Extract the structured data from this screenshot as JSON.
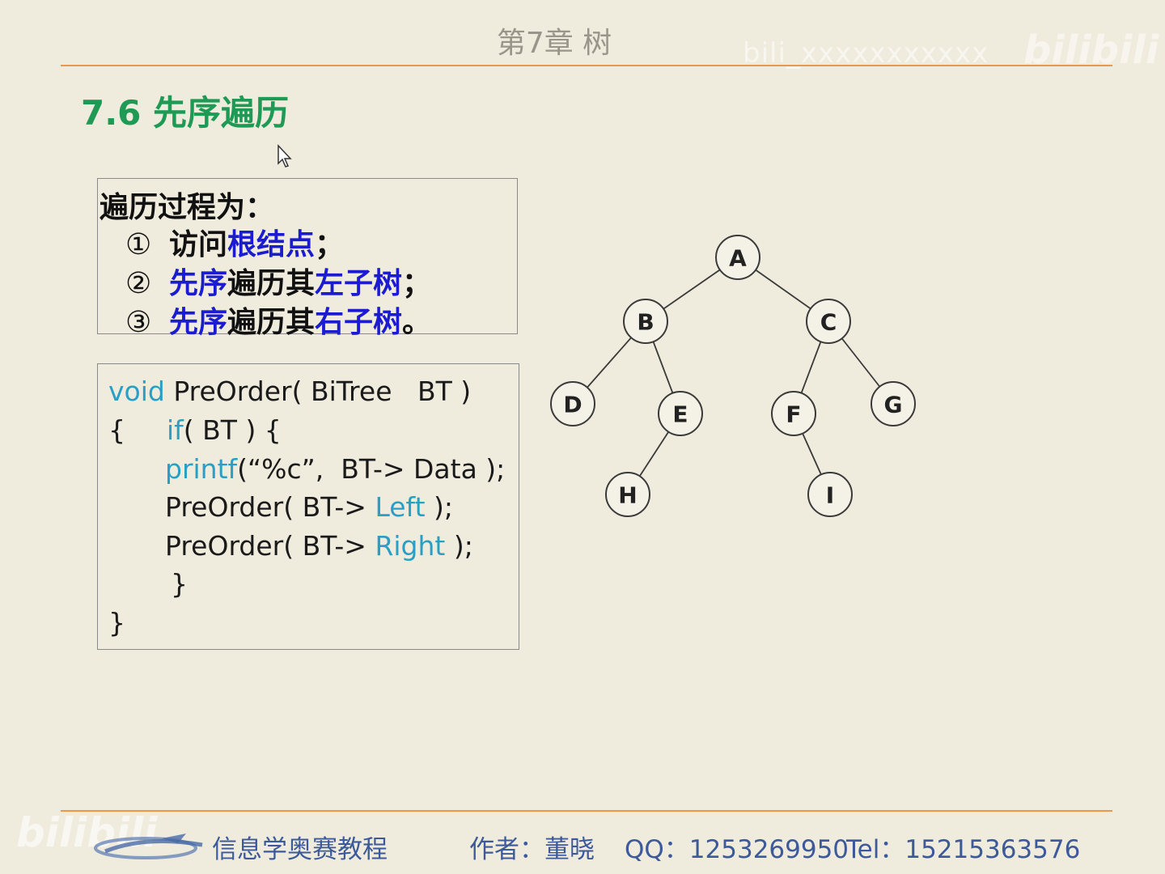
{
  "header": {
    "chapter": "第7章  树",
    "watermark": "bili_xxxxxxxxxxx",
    "watermark_logo": "bilibili"
  },
  "section": {
    "title": "7.6 先序遍历"
  },
  "process": {
    "title": "遍历过程为：",
    "steps": [
      {
        "num": "①",
        "pre": "访问",
        "blue": "根结点",
        "mid": "",
        "blue2": "",
        "end": "；"
      },
      {
        "num": "②",
        "pre": "",
        "blue": "先序",
        "mid": "遍历其",
        "blue2": "左子树",
        "end": "；"
      },
      {
        "num": "③",
        "pre": "",
        "blue": "先序",
        "mid": "遍历其",
        "blue2": "右子树",
        "end": "。"
      }
    ]
  },
  "code": {
    "l1_kw": "void",
    "l1_rest": " PreOrder( BiTree   BT )",
    "l2_brace": "{",
    "l2_kw": "if",
    "l2_rest": "( BT ) {",
    "l3_kw": "printf",
    "l3_rest": "(“%c”,  BT-> Data );",
    "l4_pre": "PreOrder( BT-> ",
    "l4_kw": "Left",
    "l4_rest": " );",
    "l5_pre": "PreOrder( BT-> ",
    "l5_kw": "Right",
    "l5_rest": " );",
    "l6": "}",
    "l7": "}"
  },
  "tree": {
    "nodes": [
      "A",
      "B",
      "C",
      "D",
      "E",
      "F",
      "G",
      "H",
      "I"
    ],
    "edges": [
      [
        "A",
        "B"
      ],
      [
        "A",
        "C"
      ],
      [
        "B",
        "D"
      ],
      [
        "B",
        "E"
      ],
      [
        "C",
        "F"
      ],
      [
        "C",
        "G"
      ],
      [
        "E",
        "H"
      ],
      [
        "F",
        "I"
      ]
    ]
  },
  "footer": {
    "watermark": "bilibili",
    "course": "信息学奥赛教程",
    "author": "作者：董晓",
    "qq": "QQ：1253269950",
    "tel": "Tel：15215363576"
  },
  "colors": {
    "title_green": "#1e9a55",
    "keyword_blue": "#2a9fc6",
    "text_blue": "#1b1bcf",
    "footer_blue": "#3c5a9a",
    "rule_orange": "#e8994f"
  }
}
